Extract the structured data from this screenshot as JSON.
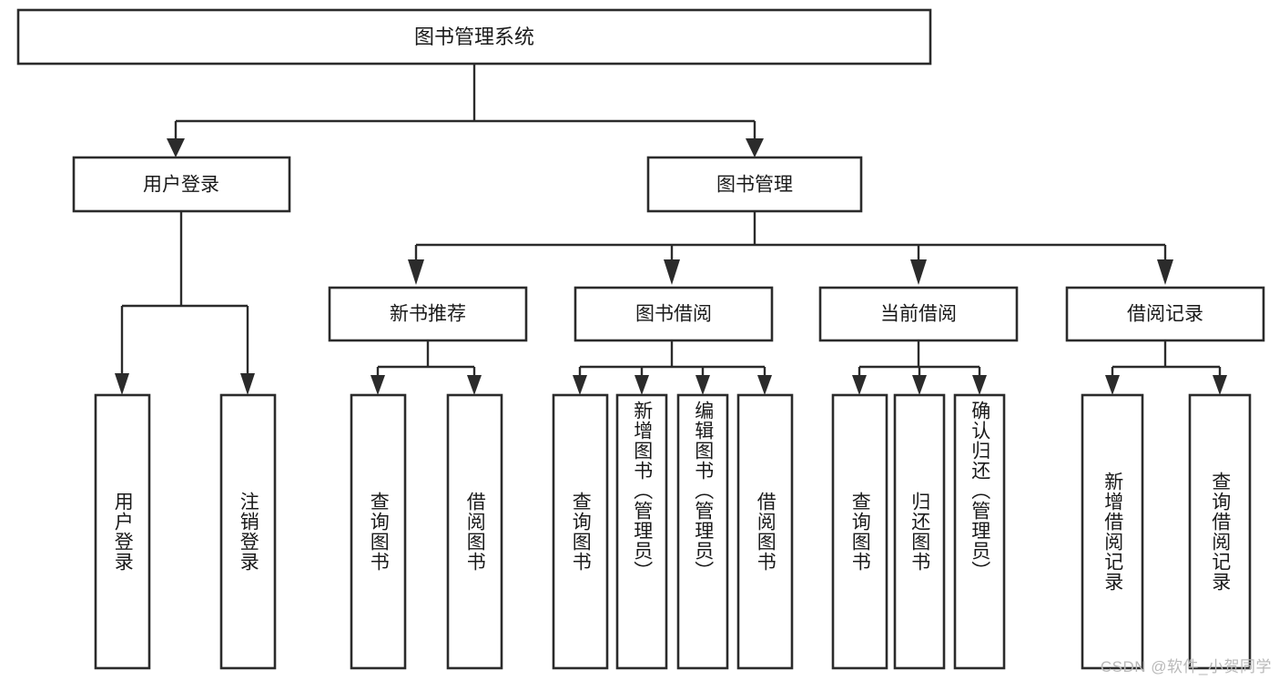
{
  "diagram": {
    "title": "图书管理系统",
    "type": "tree-hierarchy",
    "root": {
      "id": "root",
      "label": "图书管理系统"
    },
    "level1": [
      {
        "id": "user-login",
        "label": "用户登录"
      },
      {
        "id": "book-management",
        "label": "图书管理"
      }
    ],
    "level2": [
      {
        "id": "new-book-recommend",
        "label": "新书推荐",
        "parent": "book-management"
      },
      {
        "id": "book-borrow",
        "label": "图书借阅",
        "parent": "book-management"
      },
      {
        "id": "current-borrow",
        "label": "当前借阅",
        "parent": "book-management"
      },
      {
        "id": "borrow-record",
        "label": "借阅记录",
        "parent": "book-management"
      }
    ],
    "leaves": {
      "user-login": [
        {
          "id": "leaf-user-login",
          "label": "用户登录"
        },
        {
          "id": "leaf-logout",
          "label": "注销登录"
        }
      ],
      "new-book-recommend": [
        {
          "id": "leaf-query-book-1",
          "label": "查询图书"
        },
        {
          "id": "leaf-borrow-book-1",
          "label": "借阅图书"
        }
      ],
      "book-borrow": [
        {
          "id": "leaf-query-book-2",
          "label": "查询图书"
        },
        {
          "id": "leaf-add-book",
          "label": "新增图书（管理员）"
        },
        {
          "id": "leaf-edit-book",
          "label": "编辑图书（管理员）"
        },
        {
          "id": "leaf-borrow-book-2",
          "label": "借阅图书"
        }
      ],
      "current-borrow": [
        {
          "id": "leaf-query-book-3",
          "label": "查询图书"
        },
        {
          "id": "leaf-return-book",
          "label": "归还图书"
        },
        {
          "id": "leaf-confirm-return",
          "label": "确认归还（管理员）"
        }
      ],
      "borrow-record": [
        {
          "id": "leaf-add-record",
          "label": "新增借阅记录"
        },
        {
          "id": "leaf-query-record",
          "label": "查询借阅记录"
        }
      ]
    }
  },
  "watermark": {
    "text": "CSDN @软件_小贺同学"
  },
  "colors": {
    "stroke": "#2b2b2b",
    "fill": "#ffffff",
    "text": "#1a1a1a",
    "watermark": "#b9b9b9",
    "background": "#ffffff"
  }
}
